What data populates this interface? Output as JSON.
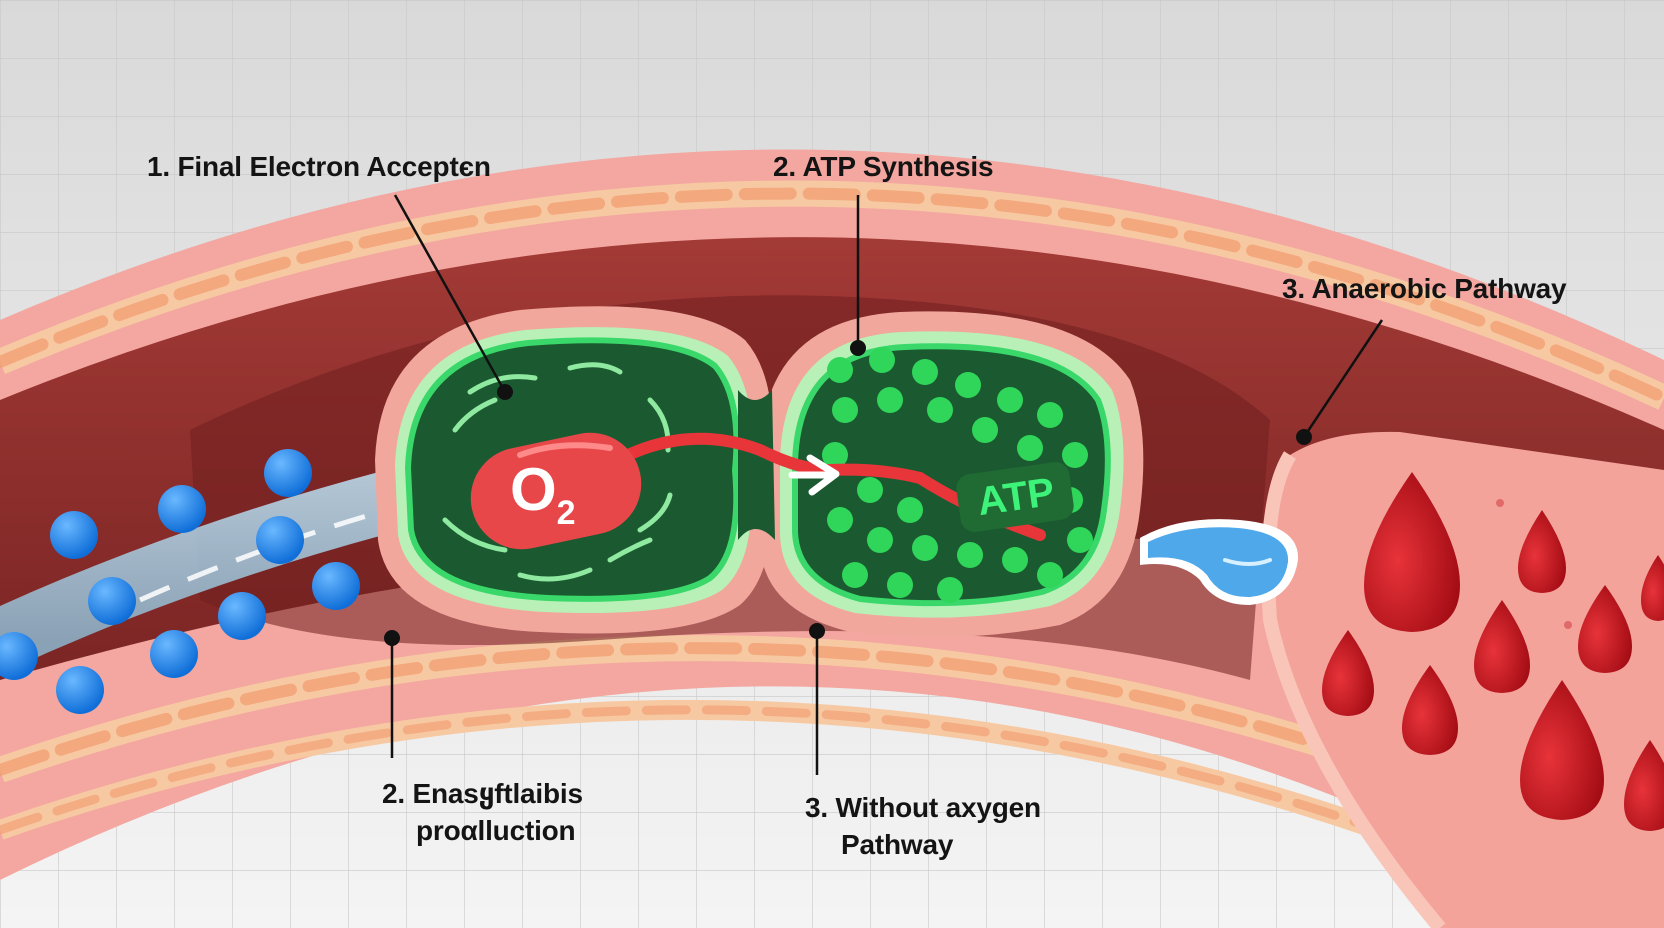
{
  "callouts": {
    "final_electron_acceptor": "1. Final Electron Acceptєn",
    "atp_synthesis": "2. ATP Synthesis",
    "anaerobic_pathway": "3. Anaerobic Pathway",
    "production_line1": "2. Enasყftlaibis",
    "production_line2": "proαlluction",
    "without_oxygen_line1": "3. Without axygen",
    "without_oxygen_line2": "Pathway"
  },
  "molecule_labels": {
    "oxygen_letter": "O",
    "oxygen_subscript": "2",
    "atp": "ATP"
  },
  "colors": {
    "vessel_outer": "#f3a7a0",
    "vessel_band": "#f6c39e",
    "lumen": "#8c2b2b",
    "mitochondrion_matrix": "#1c5c32",
    "mitochondrion_glow": "#36e06d",
    "oxygen": "#e8474a",
    "oxygen_molecule": "#1c7ce8",
    "atp_particle": "#2fd65a",
    "blood_drop": "#c9141b",
    "water": "#5db5ee"
  }
}
